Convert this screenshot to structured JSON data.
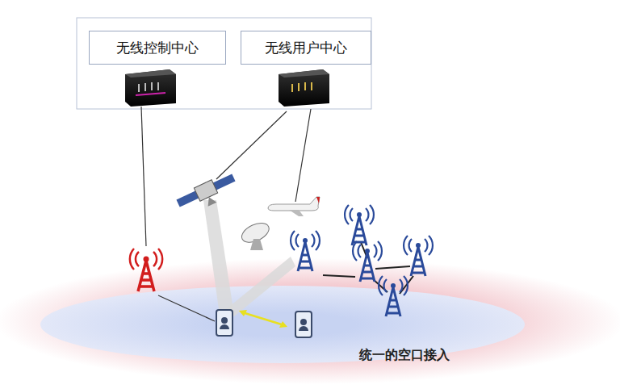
{
  "diagram": {
    "nodes": [
      {
        "text": [
          "无线控制中心"
        ]
      },
      {
        "text": [
          "无线用户中心"
        ]
      }
    ],
    "labels": [
      "统一的空口接入"
    ]
  }
}
